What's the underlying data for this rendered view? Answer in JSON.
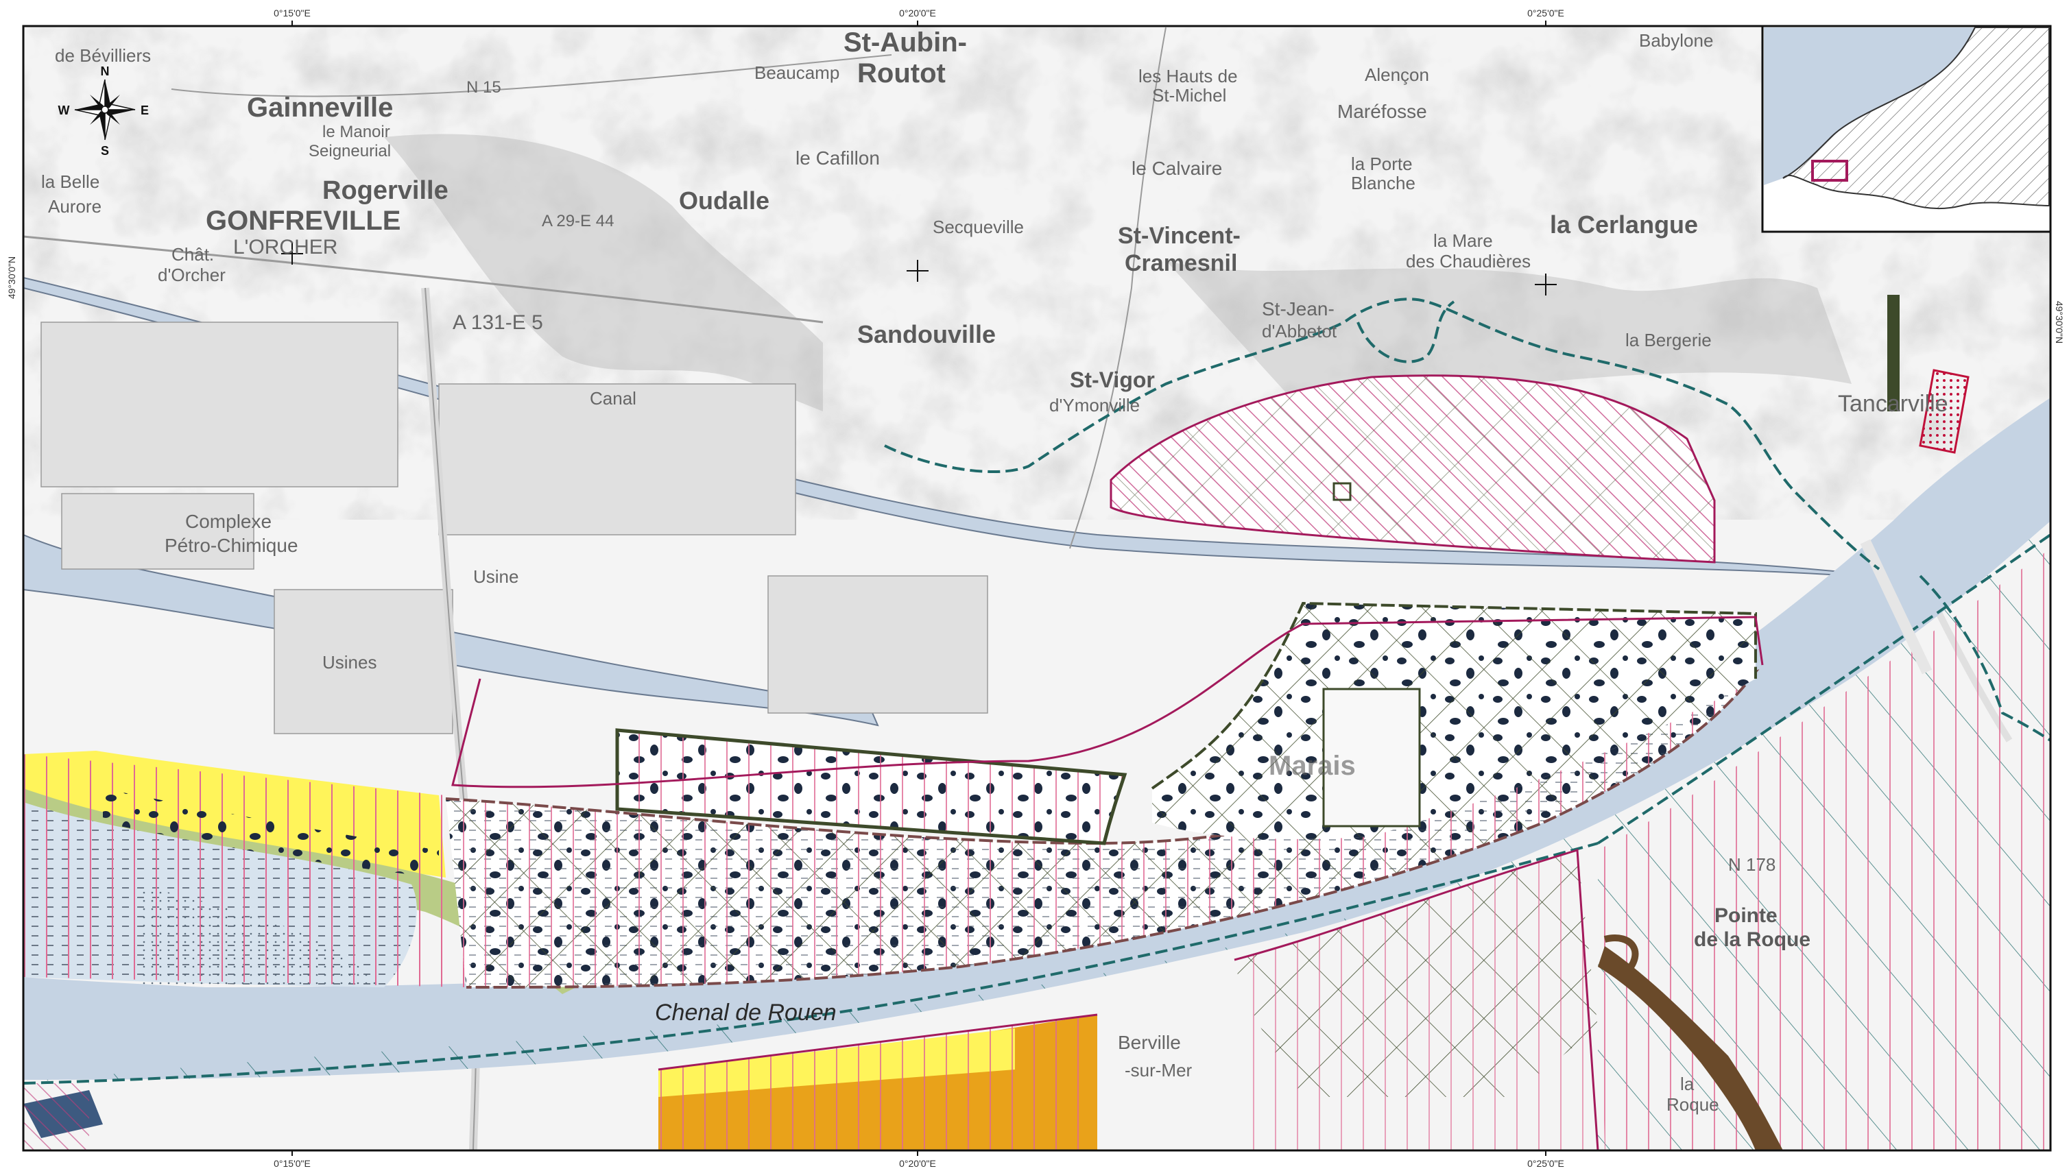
{
  "coordinates": {
    "top": [
      "0°15'0\"E",
      "0°20'0\"E",
      "0°25'0\"E"
    ],
    "bottom": [
      "0°15'0\"E",
      "0°20'0\"E",
      "0°25'0\"E"
    ],
    "left": "49°30'0\"N",
    "right": "49°30'0\"N"
  },
  "compass": {
    "n": "N",
    "s": "S",
    "e": "E",
    "w": "W"
  },
  "river_label": "Chenal de Rouen",
  "places": {
    "gainneville": "Gainneville",
    "gonfreville": "GONFREVILLE",
    "lorcher": "L'ORCHER",
    "rogerville": "Rogerville",
    "oudalle": "Oudalle",
    "sandouville": "Sandouville",
    "saint_aubin": "St-Aubin-",
    "routot": "Routot",
    "beaucamp": "Beaucamp",
    "le_cafillon": "le Cafillon",
    "secqueville": "Secqueville",
    "saint_vincent": "St-Vincent-",
    "cramesnil": "Cramesnil",
    "saint_vigor": "St-Vigor",
    "dymonville": "d'Ymonville",
    "saint_jean": "St-Jean-",
    "dabbetot": "d'Abbetot",
    "la_cerlangue": "la Cerlangue",
    "marefosse": "Maréfosse",
    "alencon": "Alençon",
    "babylone": "Babylone",
    "les_hauts": "les Hauts de",
    "saint_michel": "St-Michel",
    "le_calvaire": "le Calvaire",
    "la_porte": "la Porte",
    "blanche": "Blanche",
    "la_mare": "la Mare",
    "des_chaudieres": "des Chaudières",
    "la_bergerie": "la Bergerie",
    "complexe": "Complexe",
    "petro_chimique": "Pétro-Chimique",
    "usine": "Usine",
    "usines": "Usines",
    "la_belle": "la Belle",
    "aurore": "Aurore",
    "chat": "Chât.",
    "dorcher": "d'Orcher",
    "le_manoir": "le Manoir",
    "seigneurial": "Seigneurial",
    "de_bevilliers": "de Bévilliers",
    "route_n15": "N 15",
    "route_a29": "A 29-E 44",
    "route_a131": "A 131-E 5",
    "canal": "Canal",
    "berville": "Berville",
    "sur_mer": "-sur-Mer",
    "pointe": "Pointe",
    "de_la_roque": "de la Roque",
    "la_roque": "la",
    "roque": "Roque",
    "tancarville": "Tancarville",
    "n178": "N 178",
    "marais": "Marais"
  },
  "colors": {
    "water": "#c5d3e3",
    "map_gray": "#d2d2d2",
    "magenta": "#a3195b",
    "pink_hatch": "#e06a93",
    "teal": "#1f6a6a",
    "dark_olive": "#3d4a2a",
    "yellow": "#fff45a",
    "orange": "#e9a21a",
    "green": "#b9cc86",
    "navy_blob": "#1c2a40",
    "red_inset": "#c0103a"
  },
  "inset": {
    "description_icon": "locator-inset-map"
  }
}
